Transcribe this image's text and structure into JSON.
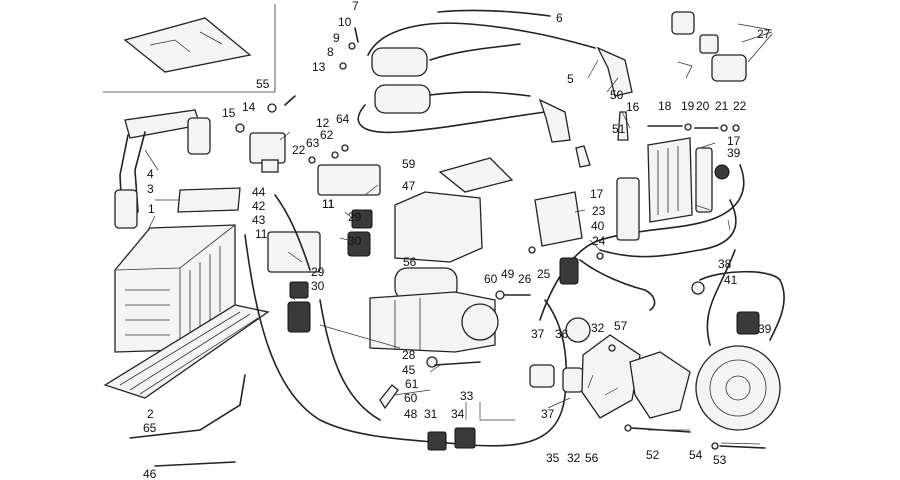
{
  "diagram": {
    "callouts": [
      "1",
      "2",
      "3",
      "4",
      "5",
      "6",
      "7",
      "8",
      "9",
      "10",
      "11",
      "11",
      "11",
      "12",
      "13",
      "14",
      "15",
      "16",
      "17",
      "17",
      "18",
      "19",
      "20",
      "21",
      "22",
      "22",
      "23",
      "24",
      "25",
      "26",
      "27",
      "28",
      "29",
      "29",
      "30",
      "30",
      "31",
      "32",
      "32",
      "33",
      "34",
      "35",
      "36",
      "37",
      "37",
      "38",
      "39",
      "39",
      "40",
      "41",
      "42",
      "43",
      "44",
      "45",
      "46",
      "47",
      "48",
      "49",
      "50",
      "51",
      "52",
      "53",
      "54",
      "55",
      "56",
      "56",
      "57",
      "59",
      "60",
      "60",
      "61",
      "62",
      "63",
      "64",
      "65"
    ]
  }
}
